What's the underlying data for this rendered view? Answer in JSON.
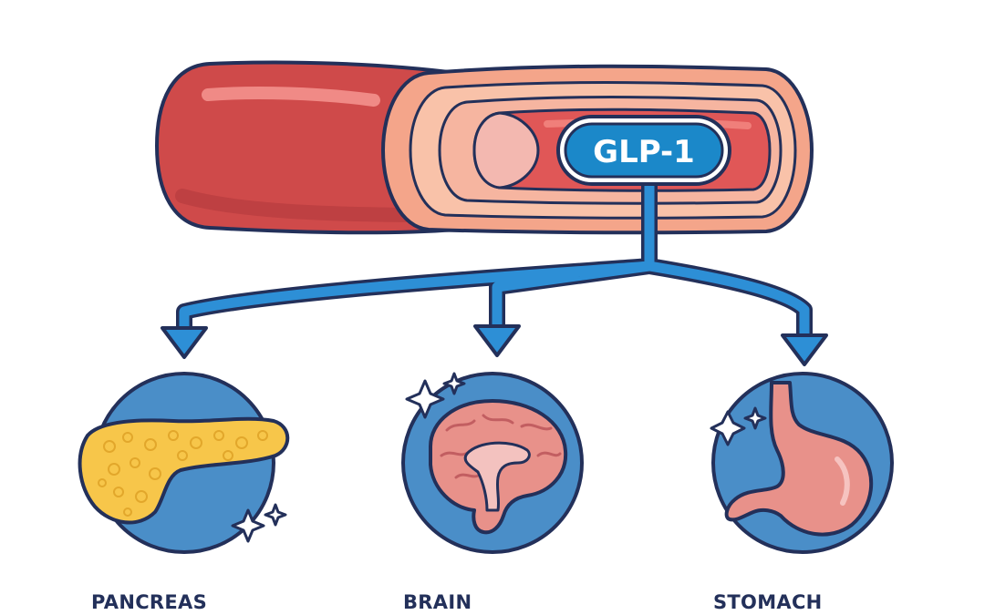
{
  "hormone": {
    "label": "GLP-1",
    "badge_color": "#1b88c9"
  },
  "targets": [
    {
      "label": "PANCREAS",
      "icon": "pancreas-icon"
    },
    {
      "label": "BRAIN",
      "icon": "brain-icon"
    },
    {
      "label": "STOMACH",
      "icon": "stomach-icon"
    }
  ],
  "colors": {
    "outline": "#23305a",
    "vessel_outer": "#cf4a4a",
    "vessel_inner": "#f0a98a",
    "arrow": "#2d8fd6",
    "circle": "#4a8ec8",
    "pancreas": "#f7c64a",
    "organ_pink": "#e8918a"
  }
}
